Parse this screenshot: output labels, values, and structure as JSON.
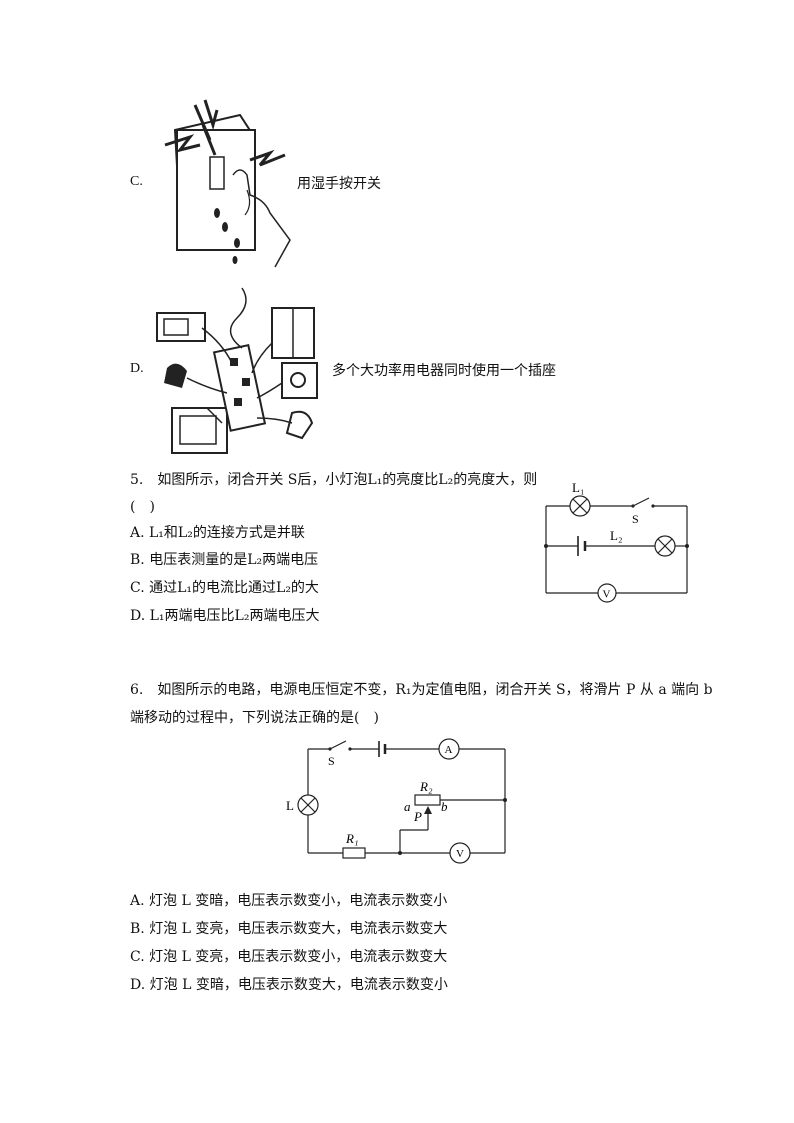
{
  "option_c": {
    "letter": "C.",
    "caption": "用湿手按开关"
  },
  "option_d": {
    "letter": "D.",
    "caption": "多个大功率用电器同时使用一个插座"
  },
  "q5": {
    "stem_line1": "5.　如图所示，闭合开关 S后，小灯泡L₁的亮度比L₂的亮度大，则",
    "stem_line2": "(　)",
    "options": [
      "A.  L₁和L₂的连接方式是并联",
      "B.  电压表测量的是L₂两端电压",
      "C.  通过L₁的电流比通过L₂的大",
      "D.  L₁两端电压比L₂两端电压大"
    ],
    "circuit_labels": {
      "l1": "L₁",
      "s": "S",
      "l2": "L₂",
      "v": "V"
    }
  },
  "q6": {
    "stem_line1": "6.　如图所示的电路，电源电压恒定不变，R₁为定值电阻，闭合开关 S，将滑片 P 从 a 端向 b",
    "stem_line2": "端移动的过程中，下列说法正确的是(　)",
    "options": [
      "A.  灯泡 L 变暗，电压表示数变小，电流表示数变小",
      "B.  灯泡 L 变亮，电压表示数变大，电流表示数变大",
      "C.  灯泡 L 变亮，电压表示数变小，电流表示数变大",
      "D.  灯泡 L 变暗，电压表示数变大，电流表示数变小"
    ],
    "circuit_labels": {
      "s": "S",
      "a_meter": "A",
      "l": "L",
      "r2": "R₂",
      "a": "a",
      "b": "b",
      "p": "P",
      "r1": "R₁",
      "v": "V"
    }
  }
}
